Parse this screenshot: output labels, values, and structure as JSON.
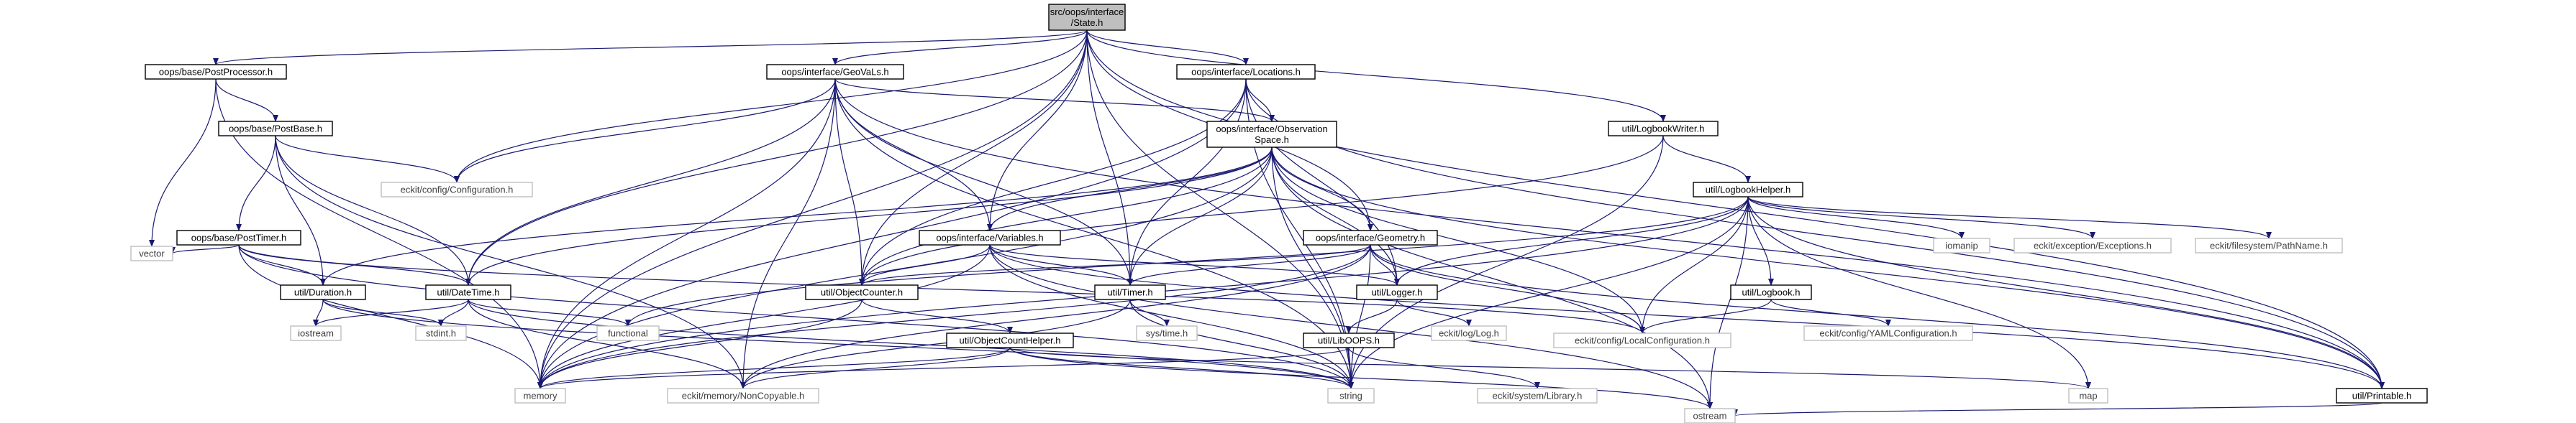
{
  "palette": {
    "edge": "#191970",
    "root_fill": "#bfbfbf",
    "local_stroke": "#000000",
    "local_text": "#000000",
    "external_stroke": "#bfbfbf",
    "external_text": "#404040",
    "background": "#ffffff"
  },
  "nodes": [
    {
      "id": "state",
      "label": "src/oops/interface\n/State.h",
      "kind": "root"
    },
    {
      "id": "postproc",
      "label": "oops/base/PostProcessor.h",
      "kind": "local"
    },
    {
      "id": "geovals",
      "label": "oops/interface/GeoVaLs.h",
      "kind": "local"
    },
    {
      "id": "locations",
      "label": "oops/interface/Locations.h",
      "kind": "local"
    },
    {
      "id": "logwriter",
      "label": "util/LogbookWriter.h",
      "kind": "local"
    },
    {
      "id": "postbase",
      "label": "oops/base/PostBase.h",
      "kind": "local"
    },
    {
      "id": "obsspace",
      "label": "oops/interface/Observation\nSpace.h",
      "kind": "local"
    },
    {
      "id": "ecconfig",
      "label": "eckit/config/Configuration.h",
      "kind": "external"
    },
    {
      "id": "loghelper",
      "label": "util/LogbookHelper.h",
      "kind": "local"
    },
    {
      "id": "posttimer",
      "label": "oops/base/PostTimer.h",
      "kind": "local"
    },
    {
      "id": "variables",
      "label": "oops/interface/Variables.h",
      "kind": "local"
    },
    {
      "id": "geometry",
      "label": "oops/interface/Geometry.h",
      "kind": "local"
    },
    {
      "id": "iomanip",
      "label": "iomanip",
      "kind": "external"
    },
    {
      "id": "ecexcept",
      "label": "eckit/exception/Exceptions.h",
      "kind": "external"
    },
    {
      "id": "ecpath",
      "label": "eckit/filesystem/PathName.h",
      "kind": "external"
    },
    {
      "id": "vector",
      "label": "vector",
      "kind": "external"
    },
    {
      "id": "duration",
      "label": "util/Duration.h",
      "kind": "local"
    },
    {
      "id": "datetime",
      "label": "util/DateTime.h",
      "kind": "local"
    },
    {
      "id": "objcounter",
      "label": "util/ObjectCounter.h",
      "kind": "local"
    },
    {
      "id": "timer",
      "label": "util/Timer.h",
      "kind": "local"
    },
    {
      "id": "logger",
      "label": "util/Logger.h",
      "kind": "local"
    },
    {
      "id": "logbook",
      "label": "util/Logbook.h",
      "kind": "local"
    },
    {
      "id": "iostream",
      "label": "iostream",
      "kind": "external"
    },
    {
      "id": "stdint",
      "label": "stdint.h",
      "kind": "external"
    },
    {
      "id": "functional",
      "label": "functional",
      "kind": "external"
    },
    {
      "id": "systime",
      "label": "sys/time.h",
      "kind": "external"
    },
    {
      "id": "eclog",
      "label": "eckit/log/Log.h",
      "kind": "external"
    },
    {
      "id": "ecyaml",
      "label": "eckit/config/YAMLConfiguration.h",
      "kind": "external"
    },
    {
      "id": "objcounthelper",
      "label": "util/ObjectCountHelper.h",
      "kind": "local"
    },
    {
      "id": "liboops",
      "label": "util/LibOOPS.h",
      "kind": "local"
    },
    {
      "id": "eclocalconfig",
      "label": "eckit/config/LocalConfiguration.h",
      "kind": "external"
    },
    {
      "id": "memory",
      "label": "memory",
      "kind": "external"
    },
    {
      "id": "noncopy",
      "label": "eckit/memory/NonCopyable.h",
      "kind": "external"
    },
    {
      "id": "string",
      "label": "string",
      "kind": "external"
    },
    {
      "id": "eclibrary",
      "label": "eckit/system/Library.h",
      "kind": "external"
    },
    {
      "id": "map",
      "label": "map",
      "kind": "external"
    },
    {
      "id": "printable",
      "label": "util/Printable.h",
      "kind": "local"
    },
    {
      "id": "ostream",
      "label": "ostream",
      "kind": "external"
    }
  ],
  "edges": [
    [
      "state",
      "postproc"
    ],
    [
      "state",
      "geovals"
    ],
    [
      "state",
      "locations"
    ],
    [
      "state",
      "logwriter"
    ],
    [
      "state",
      "memory"
    ],
    [
      "state",
      "ecconfig"
    ],
    [
      "state",
      "datetime"
    ],
    [
      "state",
      "objcounter"
    ],
    [
      "state",
      "timer"
    ],
    [
      "state",
      "variables"
    ],
    [
      "state",
      "geometry"
    ],
    [
      "state",
      "string"
    ],
    [
      "state",
      "printable"
    ],
    [
      "postproc",
      "postbase"
    ],
    [
      "postproc",
      "vector"
    ],
    [
      "postproc",
      "memory"
    ],
    [
      "postbase",
      "posttimer"
    ],
    [
      "postbase",
      "ecconfig"
    ],
    [
      "postbase",
      "duration"
    ],
    [
      "postbase",
      "datetime"
    ],
    [
      "postbase",
      "noncopy"
    ],
    [
      "posttimer",
      "vector"
    ],
    [
      "posttimer",
      "duration"
    ],
    [
      "posttimer",
      "datetime"
    ],
    [
      "posttimer",
      "memory"
    ],
    [
      "posttimer",
      "string"
    ],
    [
      "posttimer",
      "eclocalconfig"
    ],
    [
      "geovals",
      "obsspace"
    ],
    [
      "geovals",
      "ecconfig"
    ],
    [
      "geovals",
      "variables"
    ],
    [
      "geovals",
      "objcounter"
    ],
    [
      "geovals",
      "timer"
    ],
    [
      "geovals",
      "datetime"
    ],
    [
      "geovals",
      "memory"
    ],
    [
      "geovals",
      "noncopy"
    ],
    [
      "geovals",
      "string"
    ],
    [
      "geovals",
      "printable"
    ],
    [
      "locations",
      "obsspace"
    ],
    [
      "locations",
      "logger"
    ],
    [
      "locations",
      "objcounter"
    ],
    [
      "locations",
      "timer"
    ],
    [
      "locations",
      "memory"
    ],
    [
      "locations",
      "string"
    ],
    [
      "locations",
      "printable"
    ],
    [
      "obsspace",
      "geometry"
    ],
    [
      "obsspace",
      "variables"
    ],
    [
      "obsspace",
      "duration"
    ],
    [
      "obsspace",
      "datetime"
    ],
    [
      "obsspace",
      "objcounter"
    ],
    [
      "obsspace",
      "timer"
    ],
    [
      "obsspace",
      "logger"
    ],
    [
      "obsspace",
      "eclocalconfig"
    ],
    [
      "obsspace",
      "memory"
    ],
    [
      "obsspace",
      "string"
    ],
    [
      "obsspace",
      "printable"
    ],
    [
      "obsspace",
      "ostream"
    ],
    [
      "variables",
      "objcounter"
    ],
    [
      "variables",
      "timer"
    ],
    [
      "variables",
      "logger"
    ],
    [
      "variables",
      "memory"
    ],
    [
      "variables",
      "string"
    ],
    [
      "variables",
      "ostream"
    ],
    [
      "variables",
      "printable"
    ],
    [
      "geometry",
      "objcounter"
    ],
    [
      "geometry",
      "timer"
    ],
    [
      "geometry",
      "logger"
    ],
    [
      "geometry",
      "eclocalconfig"
    ],
    [
      "geometry",
      "memory"
    ],
    [
      "geometry",
      "noncopy"
    ],
    [
      "geometry",
      "string"
    ],
    [
      "geometry",
      "printable"
    ],
    [
      "logwriter",
      "loghelper"
    ],
    [
      "logwriter",
      "objcounter"
    ],
    [
      "logwriter",
      "string"
    ],
    [
      "loghelper",
      "logger"
    ],
    [
      "loghelper",
      "logbook"
    ],
    [
      "loghelper",
      "iomanip"
    ],
    [
      "loghelper",
      "ecexcept"
    ],
    [
      "loghelper",
      "ecpath"
    ],
    [
      "loghelper",
      "eclocalconfig"
    ],
    [
      "loghelper",
      "functional"
    ],
    [
      "loghelper",
      "map"
    ],
    [
      "loghelper",
      "string"
    ],
    [
      "loghelper",
      "ostream"
    ],
    [
      "loghelper",
      "memory"
    ],
    [
      "loghelper",
      "printable"
    ],
    [
      "duration",
      "iostream"
    ],
    [
      "duration",
      "stdint"
    ],
    [
      "duration",
      "string"
    ],
    [
      "datetime",
      "iostream"
    ],
    [
      "datetime",
      "stdint"
    ],
    [
      "datetime",
      "functional"
    ],
    [
      "datetime",
      "string"
    ],
    [
      "datetime",
      "noncopy"
    ],
    [
      "objcounter",
      "objcounthelper"
    ],
    [
      "objcounter",
      "memory"
    ],
    [
      "timer",
      "systime"
    ],
    [
      "timer",
      "string"
    ],
    [
      "timer",
      "noncopy"
    ],
    [
      "logger",
      "eclog"
    ],
    [
      "logger",
      "liboops"
    ],
    [
      "logbook",
      "eclocalconfig"
    ],
    [
      "logbook",
      "ecyaml"
    ],
    [
      "objcounthelper",
      "noncopy"
    ],
    [
      "objcounthelper",
      "memory"
    ],
    [
      "objcounthelper",
      "map"
    ],
    [
      "objcounthelper",
      "string"
    ],
    [
      "objcounthelper",
      "ostream"
    ],
    [
      "liboops",
      "eclibrary"
    ],
    [
      "liboops",
      "string"
    ],
    [
      "liboops",
      "memory"
    ],
    [
      "printable",
      "ostream"
    ]
  ]
}
